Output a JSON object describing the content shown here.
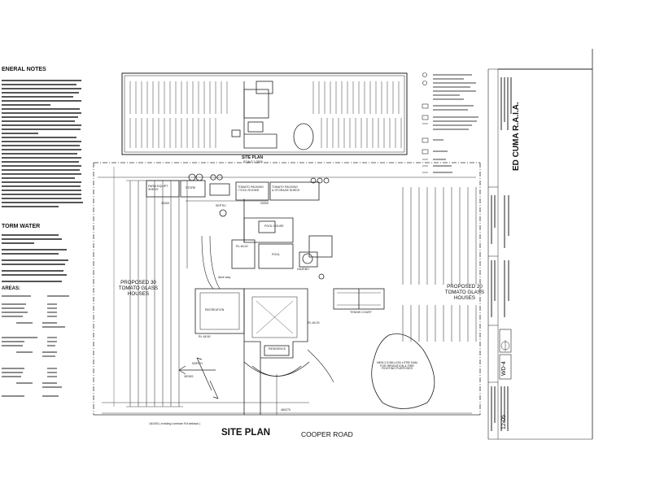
{
  "notes": {
    "general_heading": "ENERAL NOTES",
    "storm_heading": "TORM WATER",
    "areas_heading": "AREAS:"
  },
  "site_plan": {
    "main_title": "SITE PLAN",
    "road_name": "COOPER ROAD",
    "inset_title": "SITE PLAN",
    "inset_scale": "SCALE 1:3000",
    "left_greenhouse": "PROPOSED 30\nTOMATO GLASS\nHOUSES",
    "right_greenhouse": "PROPOSED 20\nTOMATO GLASS\nHOUSES",
    "farm_equipment": "FARM EQUIPT\nSHEDS",
    "store": "STORE",
    "tomato_packing": "TOMATO PACKING\n/ TOOL ROOMS",
    "tomato_storage": "TOMATO PACKING\n& STORAGE SHEDS",
    "tennis_court": "TENNIS COURT",
    "dam": "NEW 2.5 MILLION LITRE DAM\nFOR IRRIGATION & FIRE\nFIGHTING PURPOSES",
    "pool": "POOL",
    "pool_house": "POOL HOUSE",
    "gazebo": "GAZEBO",
    "septic": "SEPTIC",
    "recreation": "RECREATION",
    "residence": "RESIDENCE",
    "drive_way": "drive way",
    "north": "NORTH",
    "views": "VIEWS",
    "dim_30000": "30000",
    "dim_20000": "20000",
    "dim_frontage": "460270",
    "setback_note": "181000 ( existing Lineham Rd setback )",
    "level_1": "RL 46.00",
    "level_2": "RL 48.50",
    "level_3": "RL 48.25"
  },
  "title_block": {
    "architect": "ED CUMA R.A.I.A.",
    "drawing_no": "WD-4",
    "date": "12-05"
  }
}
